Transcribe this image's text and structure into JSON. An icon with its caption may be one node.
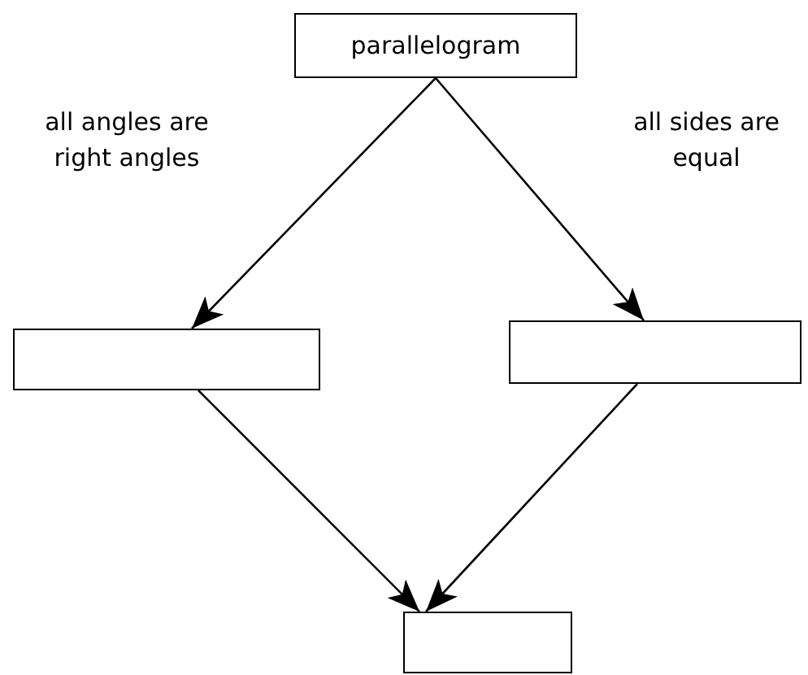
{
  "diagram": {
    "nodes": [
      {
        "text": [
          "parallelogram"
        ]
      },
      {
        "text": [],
        "shape": "box"
      },
      {
        "text": [],
        "shape": "box"
      },
      {
        "text": [],
        "shape": "box"
      }
    ],
    "edges": [
      {
        "from": 0,
        "to": 1,
        "arrow": "to",
        "label": "all angles are right angles"
      },
      {
        "from": 0,
        "to": 2,
        "arrow": "to",
        "label": "all sides are equal"
      },
      {
        "from": 1,
        "to": 3,
        "arrow": "to"
      },
      {
        "from": 2,
        "to": 3,
        "arrow": "to"
      }
    ]
  }
}
